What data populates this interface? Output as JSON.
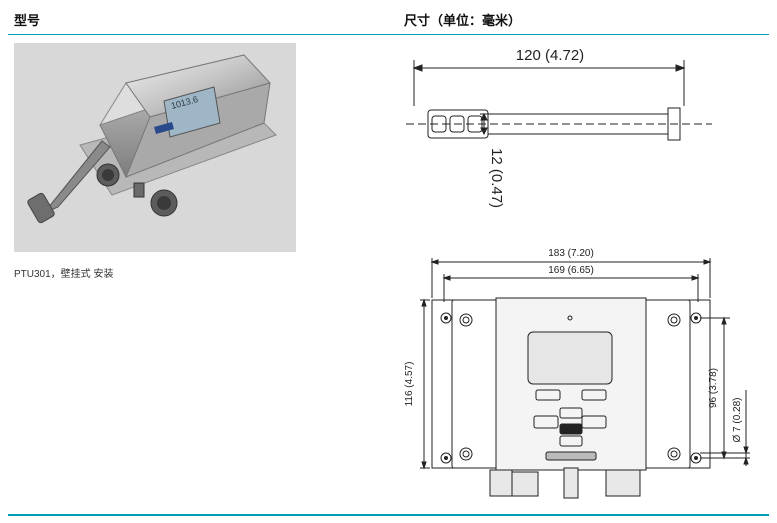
{
  "header": {
    "left_title": "型号",
    "right_title": "尺寸（单位：毫米）"
  },
  "product": {
    "caption": "PTU301，壁挂式 安装",
    "display_reading": "1013.6"
  },
  "probe_drawing": {
    "length_label": "120 (4.72)",
    "diameter_label": "12 (0.47)"
  },
  "housing_drawing": {
    "width_outer_label": "183  (7.20)",
    "width_inner_label": "169  (6.65)",
    "height_label": "116  (4.57)",
    "hole_spacing_label": "96  (3.78)",
    "hole_diameter_label": "Ø  7 (0.28)"
  },
  "colors": {
    "accent": "#00a0b4",
    "photo_bg": "#d8d8d8"
  }
}
